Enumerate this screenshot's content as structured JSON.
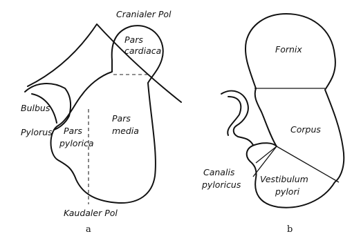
{
  "diagram_a": {
    "labels": {
      "cranialer_pol": "Cranialer Pol",
      "pars_cardiaca_1": "Pars",
      "pars_cardiaca_2": "cardiaca",
      "bulbus": "Bulbus",
      "pylorus": "Pylorus",
      "pars_pylorica_1": "Pars",
      "pars_pylorica_2": "pylorica",
      "pars_media_1": "Pars",
      "pars_media_2": "media",
      "kaudaler_pol": "Kaudaler Pol"
    },
    "caption": "a"
  },
  "diagram_b": {
    "labels": {
      "fornix": "Fornix",
      "corpus": "Corpus",
      "canalis_pyloricus_1": "Canalis",
      "canalis_pyloricus_2": "pyloricus",
      "vestibulum_pylori_1": "Vestibulum",
      "vestibulum_pylori_2": "pylori"
    },
    "caption": "b"
  }
}
